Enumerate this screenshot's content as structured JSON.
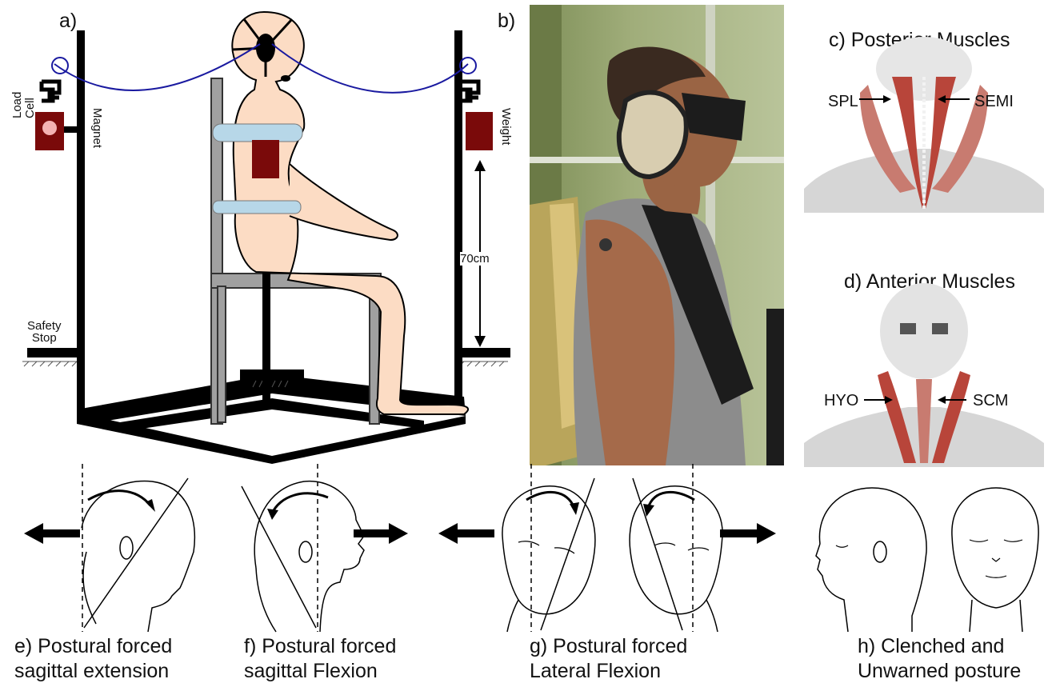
{
  "panels": {
    "a": {
      "letter": "a)",
      "load_cell": "Load\nCell",
      "load_cell_line1": "Load",
      "load_cell_line2": "Cell",
      "magnet": "Magnet",
      "weight": "Weight",
      "distance": "70cm",
      "safety_stop_line1": "Safety",
      "safety_stop_line2": "Stop"
    },
    "b": {
      "letter": "b)"
    },
    "c": {
      "title": "c) Posterior Muscles",
      "left_muscle": "SPL",
      "right_muscle": "SEMI"
    },
    "d": {
      "title": "d) Anterior Muscles",
      "left_muscle": "HYO",
      "right_muscle": "SCM"
    },
    "e": {
      "caption_line1": "e) Postural forced",
      "caption_line2": "sagittal extension"
    },
    "f": {
      "caption_line1": "f) Postural forced",
      "caption_line2": "sagittal Flexion"
    },
    "g": {
      "caption_line1": "g) Postural forced",
      "caption_line2": "Lateral Flexion"
    },
    "h": {
      "caption_line1": "h) Clenched and",
      "caption_line2": "Unwarned posture"
    }
  },
  "colors": {
    "frame": "#000000",
    "skin": "#fcdcc4",
    "strap": "#b7d7e8",
    "weight_block": "#7a0a0a",
    "chair": "#a0a0a0",
    "cable": "#1a1aa0",
    "muscle": "#b8453a",
    "bone": "#e6e6e6"
  }
}
